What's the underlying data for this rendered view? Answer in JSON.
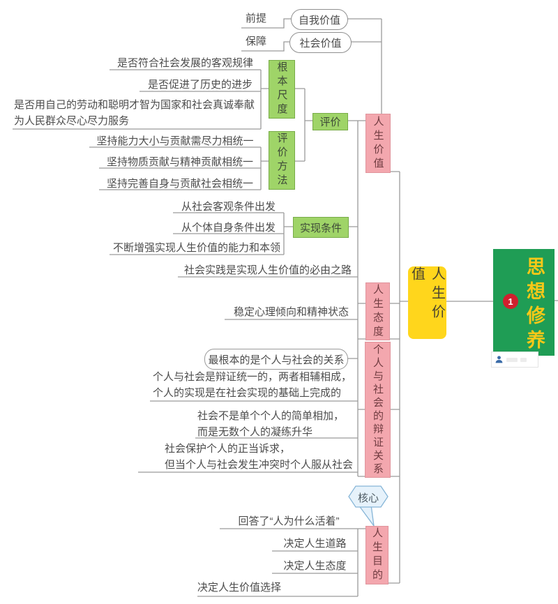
{
  "root": {
    "label": "思想修养",
    "badge": "1"
  },
  "main_topic": {
    "label": "人生价值"
  },
  "value_section": {
    "label": "人生价值",
    "premise_edge": "前提",
    "self_value": "自我价值",
    "guarantee_edge": "保障",
    "social_value": "社会价值",
    "evaluation": "评价",
    "fundamental_scale": {
      "label": "根本尺度",
      "items": [
        "是否符合社会发展的客观规律",
        "是否促进了历史的进步",
        "是否用自己的劳动和聪明才智为国家和社会真诚奉献\n为人民群众尽心尽力服务"
      ]
    },
    "evaluation_method": {
      "label": "评价方法",
      "items": [
        "坚持能力大小与贡献需尽力相统一",
        "坚持物质贡献与精神贡献相统一",
        "坚持完善自身与贡献社会相统一"
      ]
    },
    "realization_conditions": {
      "label": "实现条件",
      "items": [
        "从社会客观条件出发",
        "从个体自身条件出发",
        "不断增强实现人生价值的能力和本领"
      ]
    },
    "practice_note": "社会实践是实现人生价值的必由之路"
  },
  "attitude_section": {
    "label": "人生态度",
    "items": [
      "稳定心理倾向和精神状态"
    ]
  },
  "relation_section": {
    "label": "个人与社会的辩证关系",
    "key_point": "最根本的是个人与社会的关系",
    "items": [
      "个人与社会是辩证统一的，两者相辅相成，\n个人的实现是在社会实现的基础上完成的",
      "社会不是单个个人的简单相加，\n而是无数个人的凝练升华",
      "社会保护个人的正当诉求，\n但当个人与社会发生冲突时个人服从社会"
    ]
  },
  "purpose_section": {
    "label": "人生目的",
    "callout": "核心",
    "items": [
      "回答了“人为什么活着”",
      "决定人生道路",
      "决定人生态度",
      "决定人生价值选择"
    ]
  },
  "icons": {
    "watermark_user": "person-icon"
  },
  "colors": {
    "root_bg": "#1f9d55",
    "root_text": "#f7c818",
    "badge_bg": "#d0202e",
    "main_bg": "#ffd61c",
    "section_bg": "#f3a7ae",
    "node_bg": "#9fd468",
    "callout_bg": "#e6f2fb",
    "line": "#9a9a9a"
  }
}
